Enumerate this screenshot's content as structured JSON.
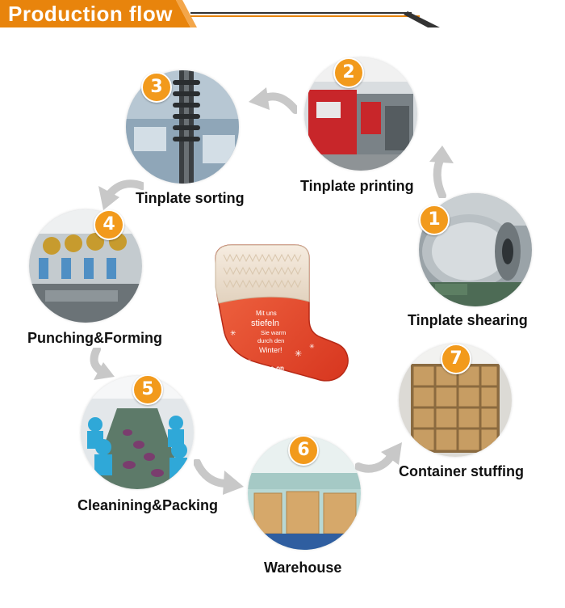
{
  "header": {
    "title": "Production flow"
  },
  "colors": {
    "accent": "#f29a1c",
    "header_orange": "#e8840c",
    "arrow_gray": "#c8c8c8"
  },
  "steps": [
    {
      "number": "1",
      "label": "Tinplate shearing"
    },
    {
      "number": "2",
      "label": "Tinplate printing"
    },
    {
      "number": "3",
      "label": "Tinplate sorting"
    },
    {
      "number": "4",
      "label": "Punching&Forming"
    },
    {
      "number": "5",
      "label": "Cleanining&Packing"
    },
    {
      "number": "6",
      "label": "Warehouse"
    },
    {
      "number": "7",
      "label": "Container stuffing"
    }
  ],
  "product": {
    "text_lines": [
      "Mit uns",
      "stiefeln",
      "Sie warm",
      "durch den",
      "Winter!"
    ],
    "brand": "e·on"
  }
}
